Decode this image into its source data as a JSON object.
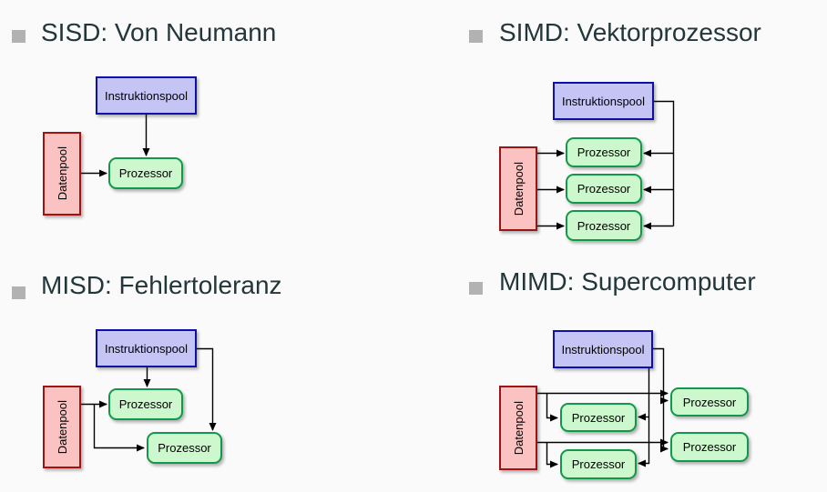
{
  "slide": {
    "background": "#fafafa"
  },
  "labels": {
    "instruction_pool": "Instruktionspool",
    "data_pool": "Datenpool",
    "processor": "Prozessor"
  },
  "colors": {
    "title_text": "#23373b",
    "bullet": "#b2b2b2",
    "instruction_fill": "#c5c5f5",
    "instruction_border": "#0f0faa",
    "data_fill": "#fbc2c2",
    "data_border": "#9e1414",
    "processor_fill": "#cdf8cd",
    "processor_border": "#12984a",
    "connector": "#000000"
  },
  "quadrants": [
    {
      "id": "sisd",
      "title": "SISD: Von Neumann",
      "processor_count": 1
    },
    {
      "id": "simd",
      "title": "SIMD: Vektorprozessor",
      "processor_count": 3
    },
    {
      "id": "misd",
      "title": "MISD: Fehlertoleranz",
      "processor_count": 2
    },
    {
      "id": "mimd",
      "title": "MIMD: Supercomputer",
      "processor_count": 4
    }
  ]
}
